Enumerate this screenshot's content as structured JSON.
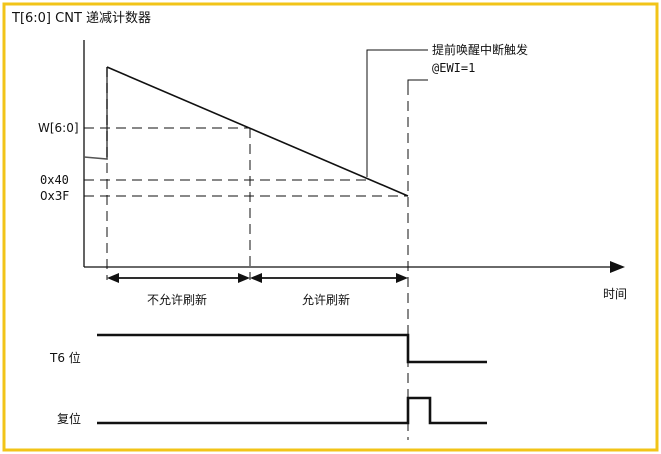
{
  "diagram": {
    "title": "T[6:0] CNT 递减计数器",
    "labels": {
      "w": "W[6:0]",
      "hex40": "0x40",
      "hex3f": "0x3F",
      "callout_line1": "提前唤醒中断触发",
      "callout_line2": "@EWI=1",
      "x_axis": "时间",
      "no_refresh": "不允许刷新",
      "refresh": "允许刷新",
      "t6": "T6 位",
      "reset": "复位"
    },
    "colors": {
      "frame": "#f2c418",
      "line": "#111111"
    }
  }
}
